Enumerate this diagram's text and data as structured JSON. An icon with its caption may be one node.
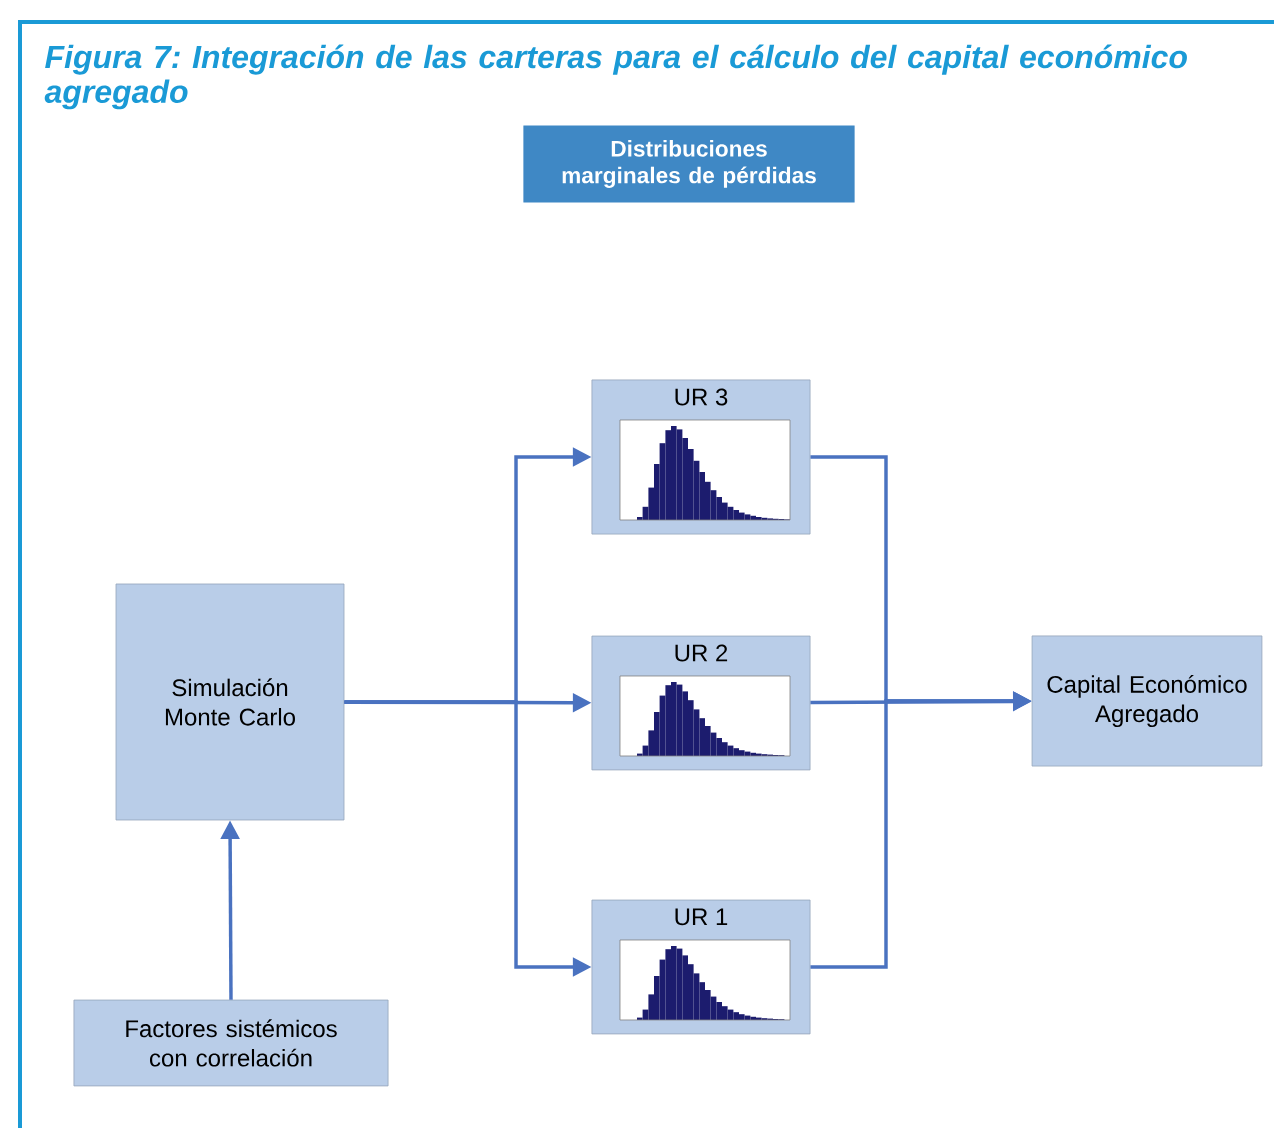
{
  "diagram": {
    "title": "Figura 7: Integración de las carteras para el cálculo del capital económico agregado",
    "nodes": [
      {
        "text": [
          "Distribuciones marginales de pérdidas"
        ]
      },
      {
        "text": [
          "Simulación Monte Carlo"
        ]
      },
      {
        "text": [
          "UR 3"
        ]
      },
      {
        "text": [
          "UR 2"
        ]
      },
      {
        "text": [
          "UR 1"
        ]
      },
      {
        "text": [
          "Capital Económico Agregado"
        ]
      },
      {
        "text": [
          "Factores sistémicos con correlación"
        ]
      }
    ],
    "edges": [
      {
        "from": 6,
        "to": 1,
        "arrow": "to"
      },
      {
        "from": 1,
        "to": 2,
        "arrow": "to"
      },
      {
        "from": 1,
        "to": 3,
        "arrow": "to"
      },
      {
        "from": 1,
        "to": 4,
        "arrow": "to"
      },
      {
        "from": 2,
        "to": 5,
        "arrow": "to"
      },
      {
        "from": 3,
        "to": 5,
        "arrow": "to"
      },
      {
        "from": 4,
        "to": 5,
        "arrow": "to"
      }
    ]
  }
}
